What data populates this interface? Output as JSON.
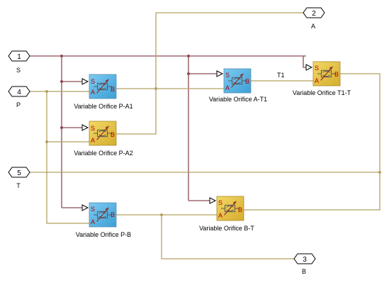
{
  "colors": {
    "signal_wire": "#8c4a55",
    "hydraulic_wire": "#b5a160",
    "block_blue": "#5cb8e8",
    "block_yellow": "#e6c64a",
    "pin_label": "#b00000"
  },
  "ports": {
    "p1": {
      "number": "1",
      "label": "S"
    },
    "p2": {
      "number": "2",
      "label": "A"
    },
    "p3": {
      "number": "3",
      "label": "B"
    },
    "p4": {
      "number": "4",
      "label": "P"
    },
    "p5": {
      "number": "5",
      "label": "T"
    }
  },
  "blocks": {
    "pa1": {
      "name": "Variable Orifice P-A1",
      "pins": {
        "s": "S",
        "a": "A",
        "b": "B"
      }
    },
    "pa2": {
      "name": "Variable Orifice P-A2",
      "pins": {
        "s": "S",
        "a": "A",
        "b": "B"
      }
    },
    "pb": {
      "name": "Variable Orifice P-B",
      "pins": {
        "s": "S",
        "a": "A",
        "b": "B"
      }
    },
    "at1": {
      "name": "Variable Orifice A-T1",
      "pins": {
        "s": "S",
        "a": "A",
        "b": "B"
      }
    },
    "bt": {
      "name": "Variable Orifice B-T",
      "pins": {
        "s": "S",
        "a": "A",
        "b": "B"
      }
    },
    "t1t": {
      "name": "Variable Orifice T1-T",
      "pins": {
        "s": "S",
        "a": "A",
        "b": "B"
      }
    }
  },
  "wire_labels": {
    "t1": "T1"
  }
}
